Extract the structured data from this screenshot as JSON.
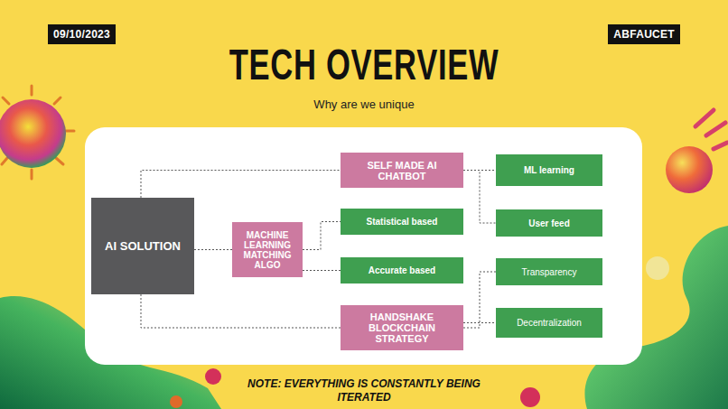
{
  "diagram": {
    "title": "TECH OVERVIEW",
    "caption": "Why are we unique",
    "nodes": [
      {
        "text": [
          "AI SOLUTION"
        ]
      },
      {
        "text": [
          "SELF MADE AI CHATBOT"
        ]
      },
      {
        "text": [
          "MACHINE LEARNING MATCHING ALGO"
        ]
      },
      {
        "text": [
          "HANDSHAKE BLOCKCHAIN STRATEGY"
        ]
      },
      {
        "text": [
          "ML learning"
        ]
      },
      {
        "text": [
          "User feed"
        ]
      },
      {
        "text": [
          "Statistical based"
        ]
      },
      {
        "text": [
          "Accurate based"
        ]
      },
      {
        "text": [
          "Transparency"
        ]
      },
      {
        "text": [
          "Decentralization"
        ]
      }
    ],
    "edges": [
      {
        "from": 0,
        "to": 1,
        "arrow": "none"
      },
      {
        "from": 0,
        "to": 2,
        "arrow": "none"
      },
      {
        "from": 0,
        "to": 3,
        "arrow": "none"
      },
      {
        "from": 1,
        "to": 4,
        "arrow": "none"
      },
      {
        "from": 1,
        "to": 5,
        "arrow": "none"
      },
      {
        "from": 2,
        "to": 6,
        "arrow": "none"
      },
      {
        "from": 2,
        "to": 7,
        "arrow": "none"
      },
      {
        "from": 3,
        "to": 8,
        "arrow": "none"
      },
      {
        "from": 3,
        "to": 9,
        "arrow": "none"
      }
    ],
    "labels": [
      "09/10/2023",
      "ABFAUCET",
      "NOTE: EVERYTHING IS CONSTANTLY BEING ITERATED"
    ]
  }
}
